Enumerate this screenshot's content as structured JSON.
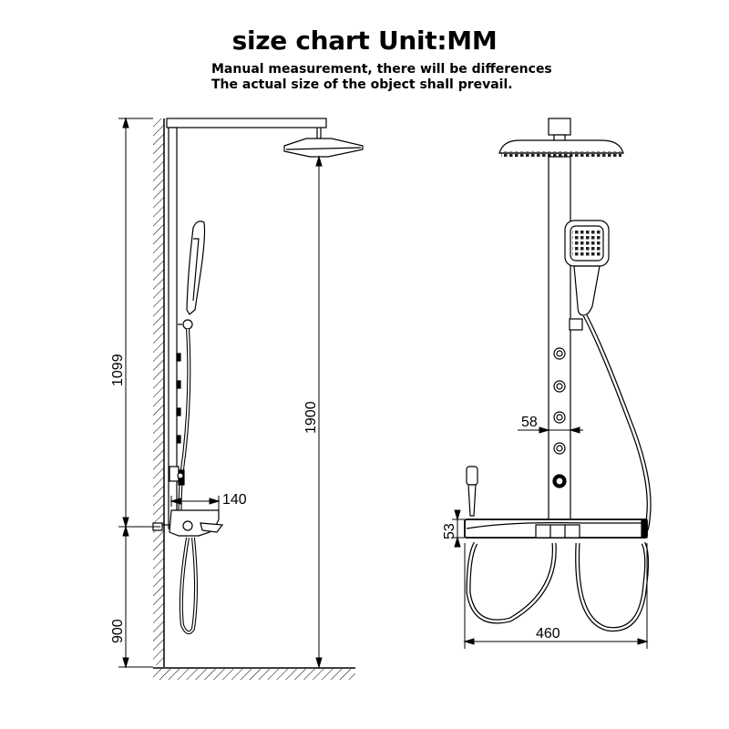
{
  "header": {
    "title": "size chart Unit:MM",
    "note_line1": "Manual measurement, there will be differences",
    "note_line2": "The actual size of the object shall prevail."
  },
  "dimensions": {
    "side_height_upper": "1099",
    "side_total_height": "1900",
    "side_shelf_depth": "140",
    "side_lower_height": "900",
    "front_column_width": "58",
    "front_shelf_height": "53",
    "front_shelf_width": "460"
  },
  "colors": {
    "line": "#000000",
    "background": "#ffffff"
  }
}
